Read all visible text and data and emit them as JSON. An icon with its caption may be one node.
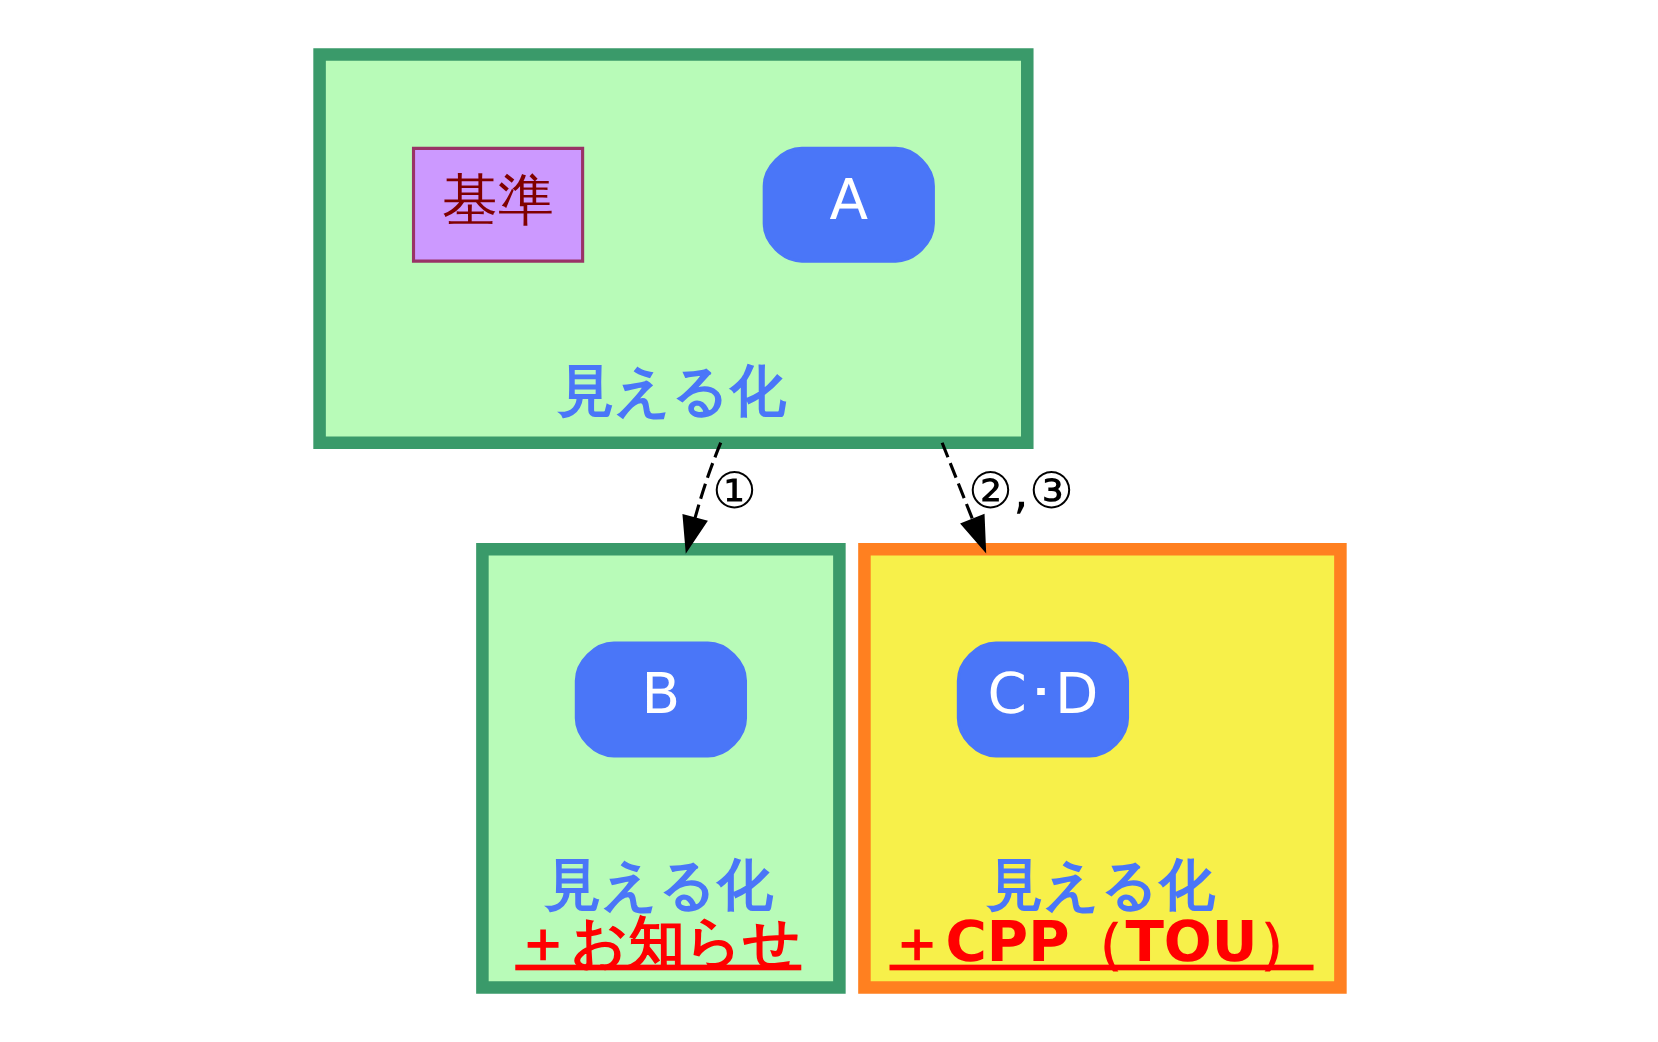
{
  "diagram": {
    "nodes": [
      {
        "text": [
          "見える化"
        ]
      },
      {
        "text": [
          "A"
        ],
        "in": 0
      },
      {
        "text": [
          "基準"
        ],
        "in": 0
      },
      {
        "text": [
          "見える化",
          "＋お知らせ"
        ]
      },
      {
        "text": [
          "B"
        ],
        "in": 3
      },
      {
        "text": [
          "見える化",
          "＋CPP（TOU）"
        ]
      },
      {
        "text": [
          "C･D"
        ],
        "in": 5
      }
    ],
    "edges": [
      {
        "from": 0,
        "to": 5,
        "arrow": "to",
        "label": "②,③",
        "style": "dashed"
      },
      {
        "from": 0,
        "to": 3,
        "arrow": "to",
        "label": "①",
        "style": "dashed"
      }
    ]
  }
}
